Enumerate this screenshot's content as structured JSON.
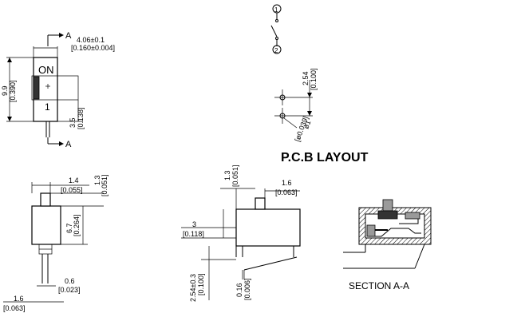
{
  "front_view": {
    "section_marker_top": "A",
    "section_marker_bottom": "A",
    "width_mm": "4.06±0.1",
    "width_in": "[0.160±0.004]",
    "height_mm": "9.9",
    "height_in": "[0.390]",
    "pin_mm": "3.5",
    "pin_in": "[0.138]",
    "on_label": "ON",
    "position_label": "1"
  },
  "side_view": {
    "dim1_mm": "1.4",
    "dim1_in": "[0.055]",
    "dim2_mm": "1.3",
    "dim2_in": "[0.051]",
    "dim3_mm": "6.7",
    "dim3_in": "[0.264]",
    "dim4_mm": "0.6",
    "dim4_in": "[0.023]",
    "dim5_mm": "1.6",
    "dim5_in": "[0.063]"
  },
  "schematic": {
    "pin1": "1",
    "pin2": "2"
  },
  "pcb_layout": {
    "title": "P.C.B LAYOUT",
    "pitch_mm": "2.54",
    "pitch_in": "[0.100]",
    "hole_mm": "ø1",
    "hole_in": "[ø0.039]"
  },
  "side_view_2": {
    "dim1_mm": "1.3",
    "dim1_in": "[0.051]",
    "dim2_mm": "1.6",
    "dim2_in": "[0.063]",
    "dim3_mm": "3",
    "dim3_in": "[0.118]",
    "dim4_mm": "2.54±0.3",
    "dim4_in": "[0.100]",
    "dim5_mm": "0.16",
    "dim5_in": "[0.006]"
  },
  "section": {
    "label": "SECTION A-A"
  }
}
